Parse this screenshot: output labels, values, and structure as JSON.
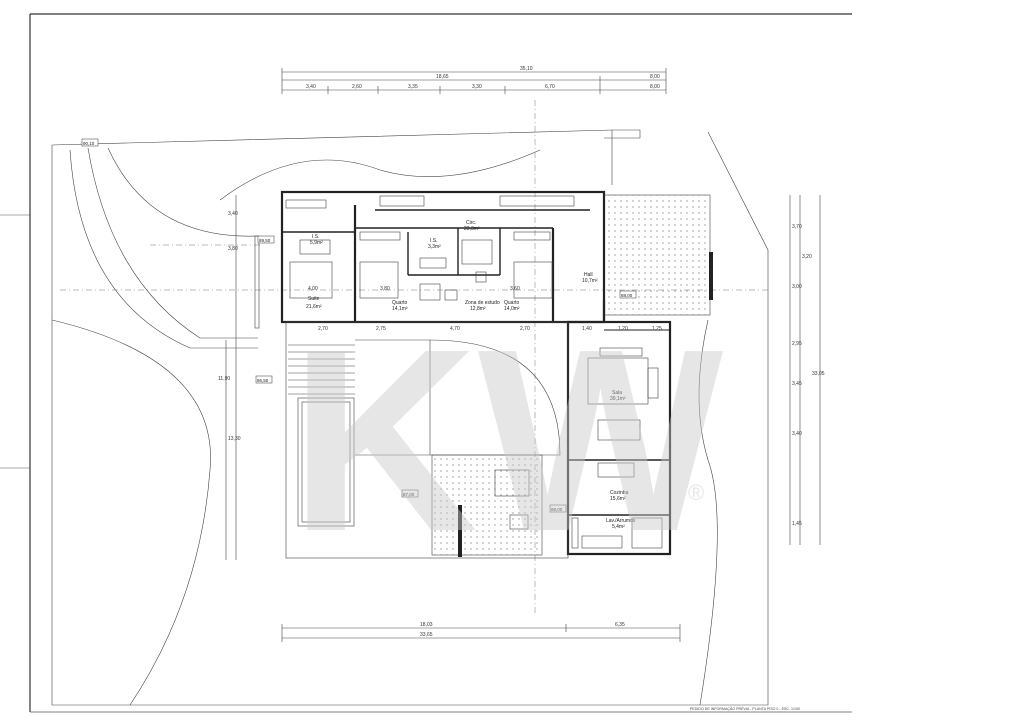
{
  "colors": {
    "ink": "#222222",
    "paper": "#ffffff",
    "watermark": "#c8c8c8"
  },
  "watermark": {
    "brand": "KW",
    "mark": "®"
  },
  "rooms": [
    {
      "id": "suite",
      "name": "Suite",
      "area": "21,6m²"
    },
    {
      "id": "ib1",
      "name": "I.S.",
      "area": "5,9m²"
    },
    {
      "id": "ib2",
      "name": "I.S.",
      "area": "3,3m²"
    },
    {
      "id": "closet",
      "name": "Circ.",
      "area": "23,3m²"
    },
    {
      "id": "quarto1",
      "name": "Quarto",
      "area": "14,1m²"
    },
    {
      "id": "estar",
      "name": "Zona de estudo",
      "area": "12,8m²"
    },
    {
      "id": "quarto2",
      "name": "Quarto",
      "area": "14,0m²"
    },
    {
      "id": "hall",
      "name": "Hall",
      "area": "10,7m²"
    },
    {
      "id": "sala",
      "name": "Sala",
      "area": "39,1m²"
    },
    {
      "id": "cozinha",
      "name": "Cozinha",
      "area": "15,6m²"
    },
    {
      "id": "lavandaria",
      "name": "Lav./Arrumos",
      "area": "5,4m²"
    }
  ],
  "dims_top": {
    "overall": "35,10",
    "row2": [
      "18,65",
      "8,00"
    ],
    "row3": [
      "3,40",
      "2,60",
      "3,35",
      "3,30",
      "6,70",
      "8,00"
    ]
  },
  "dims_bottom": {
    "row1": [
      "18,03",
      "6,35"
    ],
    "overall": "33,65"
  },
  "dims_inner": [
    "4,00",
    "3,80",
    "3,60",
    "2,70",
    "2,75",
    "4,70",
    "2,70",
    "1,40",
    "1,20",
    "1,25"
  ],
  "dims_right": [
    "3,70",
    "3,20",
    "3,00",
    "2,95",
    "3,45",
    "3,40",
    "1,45",
    "33,05"
  ],
  "dims_left": [
    "3,40",
    "3,80",
    "13,30",
    "11,90"
  ],
  "levels": [
    "90,10",
    "89,50",
    "88,00",
    "86,50",
    "87,00",
    "88,00"
  ],
  "footer": {
    "caption": "PEDIDO DE INFORMAÇÃO PRÉVIA - PLANTA PISO 0 - ESC. 1/100"
  }
}
